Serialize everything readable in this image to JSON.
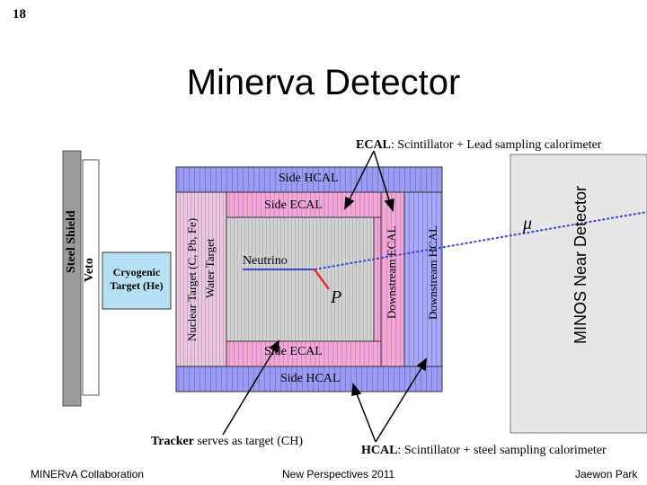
{
  "slide_number": "18",
  "title": "Minerva Detector",
  "labels": {
    "ecal_caption_bold": "ECAL",
    "ecal_caption_rest": ": Scintillator + Lead sampling calorimeter",
    "side_hcal_top": "Side HCAL",
    "side_ecal_top": "Side ECAL",
    "side_ecal_bottom": "Side ECAL",
    "side_hcal_bottom": "Side HCAL",
    "neutrino": "Neutrino",
    "p": "P",
    "mu": "μ",
    "steel_shield": "Steel Shield",
    "veto": "Veto",
    "cryogenic": "Cryogenic\nTarget (He)",
    "nuclear_target": "Nuclear Target (C, Pb, Fe)",
    "water_target": "Water Target",
    "downstream_ecal": "Downstream ECAL",
    "downstream_hcal": "Downstream HCAL",
    "minos": "MINOS Near Detector",
    "tracker_bold": "Tracker",
    "tracker_rest": " serves as target (CH)",
    "hcal_caption_bold": "HCAL",
    "hcal_caption_rest": ": Scintillator + steel sampling calorimeter"
  },
  "footer": {
    "left": "MINERvA Collaboration",
    "center": "New Perspectives 2011",
    "right": "Jaewon Park"
  },
  "colors": {
    "hcal": "#9b9bf0",
    "ecal": "#f0a8d8",
    "tracker": "#c8c8c8",
    "shield": "#9a9a9a",
    "minos": "#e6e6e6",
    "beam": "#3a4bd0",
    "proton": "#e03030"
  }
}
